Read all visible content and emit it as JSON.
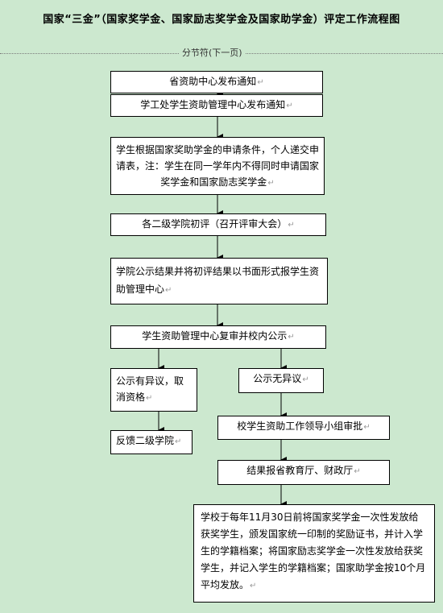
{
  "title": "国家“三金”（国家奖学金、国家励志奖学金及国家助学金）评定工作流程图",
  "section_break": "分节符(下一页)",
  "para_mark": "↵",
  "steps": {
    "s1": "省资助中心发布通知",
    "s2": "学工处学生资助管理中心发布通知",
    "s3": "学生根据国家奖助学金的申请条件，个人递交申请表，注：学生在同一学年内不得同时申请国家奖学金和国家励志奖学金",
    "s4": "各二级学院初评（召开评审大会）",
    "s5": "学院公示结果并将初评结果以书面形式报学生资助管理中心",
    "s6": "学生资助管理中心复审并校内公示",
    "s7": "公示有异议，取消资格",
    "s8": "反馈二级学院",
    "s9": "公示无异议",
    "s10": "校学生资助工作领导小组审批",
    "s11": "结果报省教育厅、财政厅",
    "s12": "学校于每年11月30日前将国家奖学金一次性发放给获奖学生，颁发国家统一印制的奖励证书，并计入学生的学籍档案；将国家励志奖学金一次性发放给获奖学生，并记入学生的学籍档案；国家助学金按10个月平均发放。"
  }
}
